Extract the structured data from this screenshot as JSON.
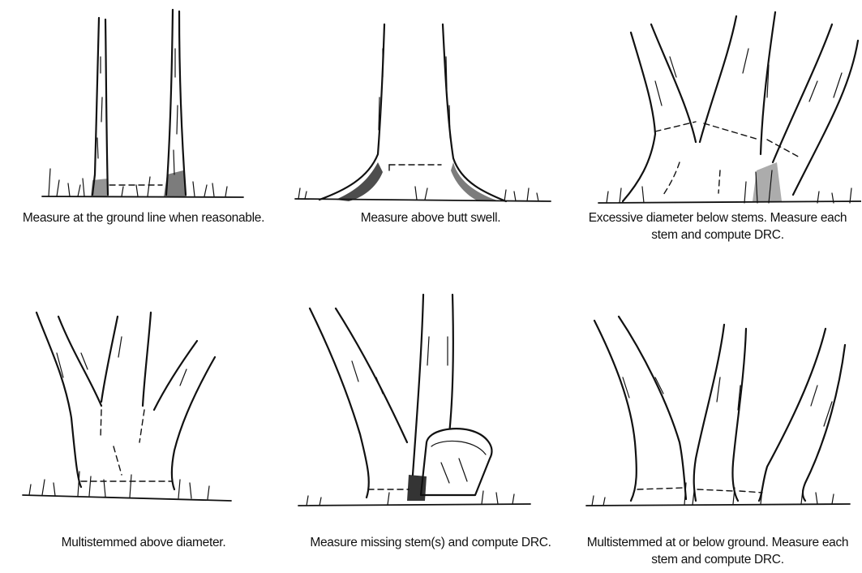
{
  "panels": [
    {
      "caption": "Measure at the ground line when reasonable."
    },
    {
      "caption": "Measure above butt swell."
    },
    {
      "caption": "Excessive diameter below stems. Measure each stem and compute DRC."
    },
    {
      "caption": "Multistemmed above diameter."
    },
    {
      "caption": "Measure missing stem(s) and compute DRC."
    },
    {
      "caption": "Multistemmed at or below ground. Measure each stem and compute DRC."
    }
  ]
}
